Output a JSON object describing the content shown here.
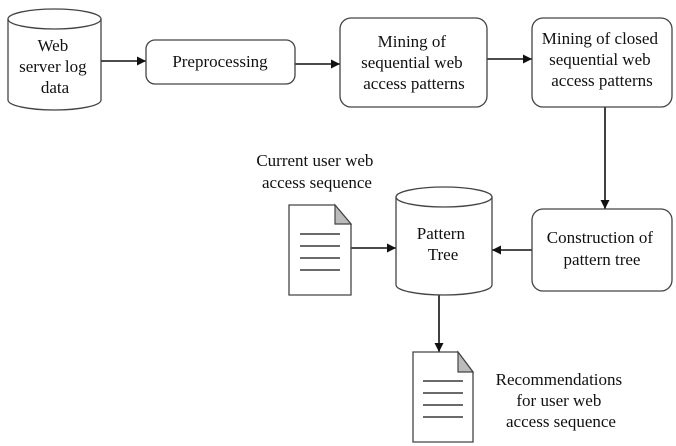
{
  "nodes": {
    "web_server_log": [
      "Web",
      "server log",
      "data"
    ],
    "preprocessing": [
      "Preprocessing"
    ],
    "mining_sequential": [
      "Mining of",
      "sequential web",
      "access patterns"
    ],
    "mining_closed": [
      "Mining of closed",
      "sequential web",
      "access patterns"
    ],
    "construction": [
      "Construction of",
      "pattern tree"
    ],
    "pattern_tree": [
      "Pattern",
      "Tree"
    ],
    "current_user": [
      "Current user web",
      "access sequence"
    ],
    "recommendations": [
      "Recommendations",
      "for user web",
      "access sequence"
    ]
  },
  "edges": [
    {
      "from": "web_server_log",
      "to": "preprocessing"
    },
    {
      "from": "preprocessing",
      "to": "mining_sequential"
    },
    {
      "from": "mining_sequential",
      "to": "mining_closed"
    },
    {
      "from": "mining_closed",
      "to": "construction"
    },
    {
      "from": "construction",
      "to": "pattern_tree"
    },
    {
      "from": "current_user",
      "to": "pattern_tree"
    },
    {
      "from": "pattern_tree",
      "to": "recommendations"
    }
  ],
  "colors": {
    "stroke": "#444444",
    "text": "#111111",
    "background": "#ffffff",
    "document_fold": "#bbbbbb"
  }
}
